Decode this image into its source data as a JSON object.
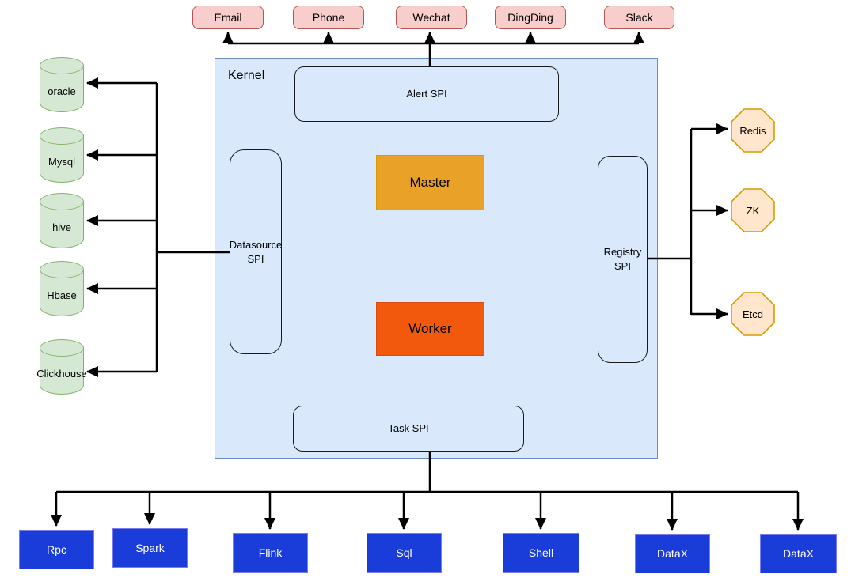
{
  "alert_channels": [
    {
      "label": "Email"
    },
    {
      "label": "Phone"
    },
    {
      "label": "Wechat"
    },
    {
      "label": "DingDing"
    },
    {
      "label": "Slack"
    }
  ],
  "kernel": {
    "label": "Kernel",
    "alert_spi_label": "Alert SPI",
    "datasource_spi_label": "Datasource SPI",
    "registry_spi_label": "Registry SPI",
    "task_spi_label": "Task SPI",
    "master_label": "Master",
    "worker_label": "Worker"
  },
  "datasources": [
    {
      "label": "oracle"
    },
    {
      "label": "Mysql"
    },
    {
      "label": "hive"
    },
    {
      "label": "Hbase"
    },
    {
      "label": "Clickhouse"
    }
  ],
  "registries": [
    {
      "label": "Redis"
    },
    {
      "label": "ZK"
    },
    {
      "label": "Etcd"
    }
  ],
  "task_plugins": [
    {
      "label": "Rpc"
    },
    {
      "label": "Spark"
    },
    {
      "label": "Flink"
    },
    {
      "label": "Sql"
    },
    {
      "label": "Shell"
    },
    {
      "label": "DataX"
    },
    {
      "label": "DataX"
    }
  ],
  "colors": {
    "alert_channel_fill": "#f8cecc",
    "alert_channel_border": "#b85450",
    "kernel_fill": "#dae8fc",
    "kernel_border": "#6c8ebf",
    "master_fill": "#e9a227",
    "master_border": "#d79b00",
    "worker_fill": "#f2590d",
    "worker_border": "#d9480c",
    "datasource_fill": "#d5e8d4",
    "datasource_border": "#82b366",
    "registry_fill": "#ffe6cc",
    "registry_border": "#d79b00",
    "task_fill": "#1a3cd8",
    "connector": "#000000"
  }
}
